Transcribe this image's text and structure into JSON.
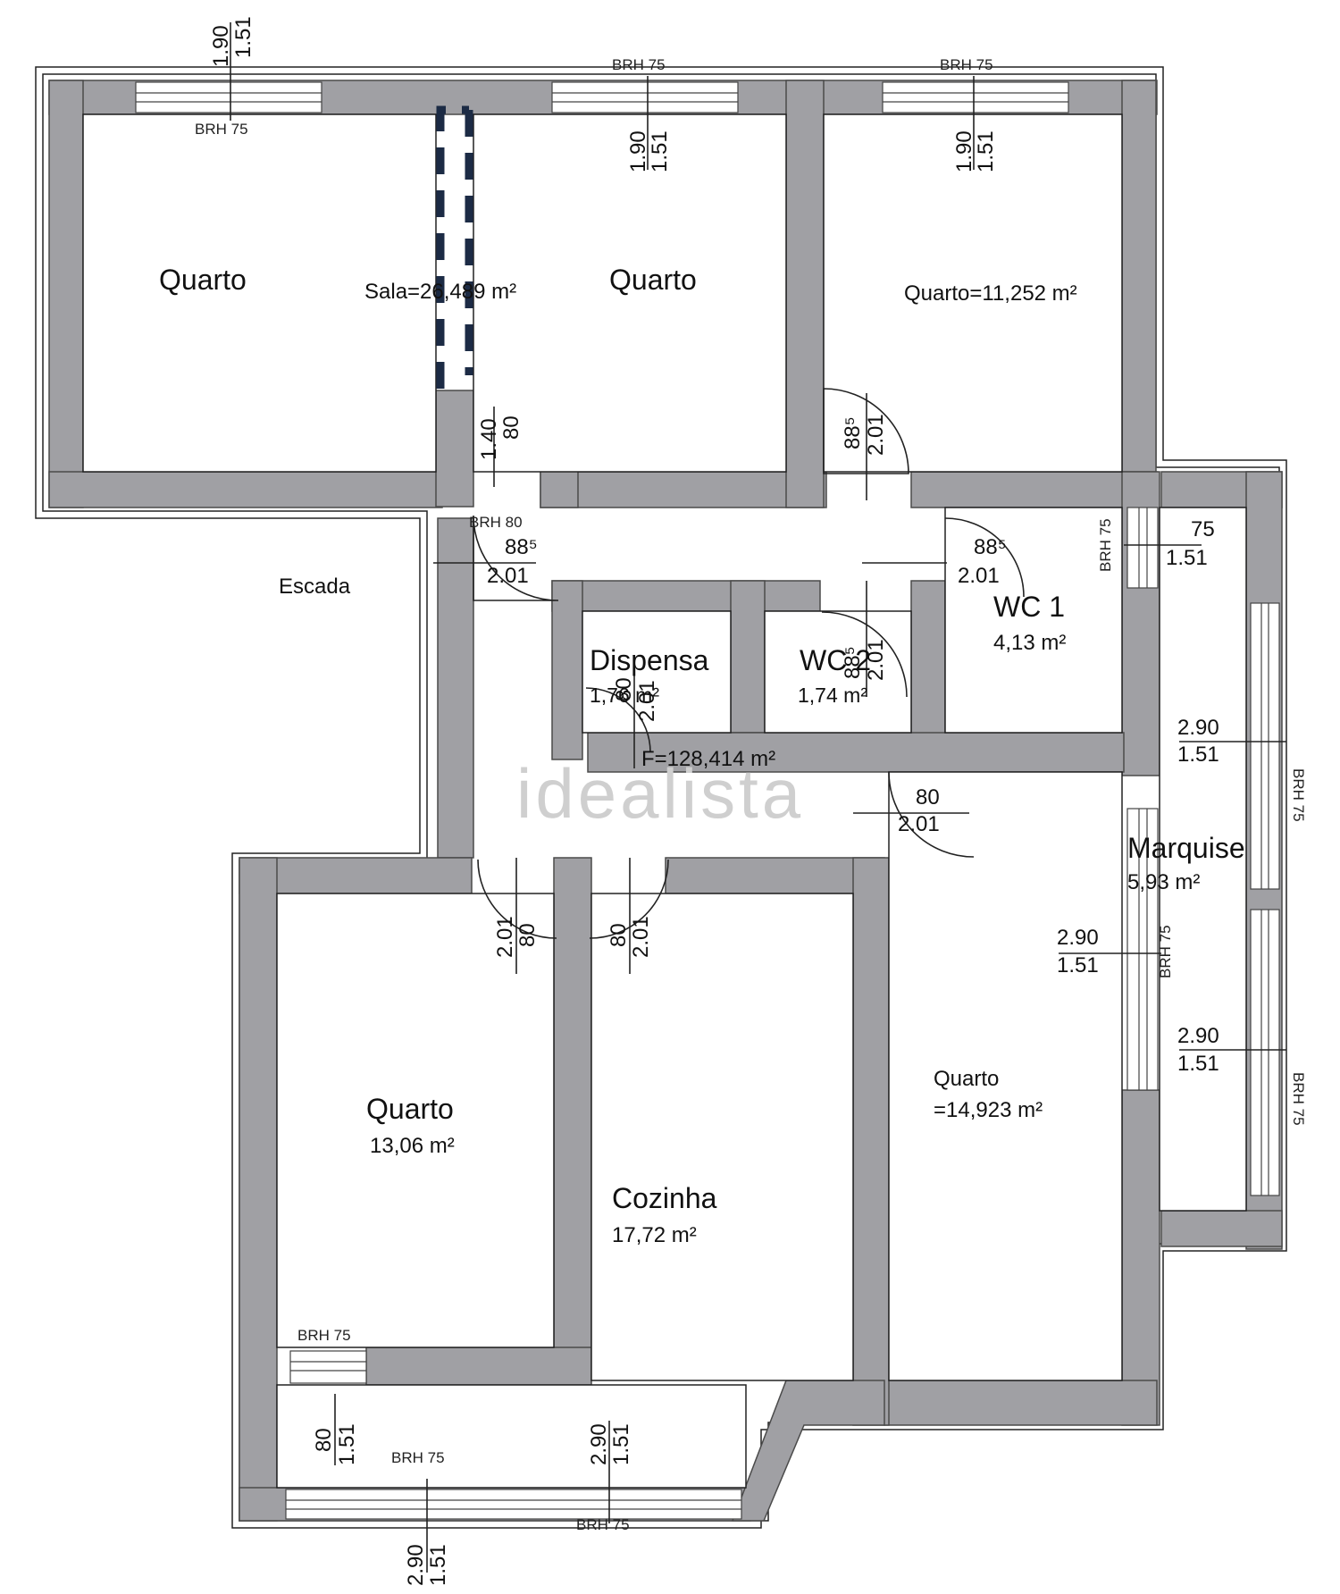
{
  "rooms": {
    "quarto_top_left": "Quarto",
    "sala": "Sala=26,489 m²",
    "quarto_top_mid": "Quarto",
    "quarto_top_right": "Quarto=11,252 m²",
    "escada": "Escada",
    "wc1_name": "WC 1",
    "wc1_area": "4,13 m²",
    "dispensa_name": "Dispensa",
    "dispensa_area": "1,76 m²",
    "wc2_name": "WC 2",
    "wc2_area": "1,74 m²",
    "total_area": "F=128,414 m²",
    "marquise_name": "Marquise",
    "marquise_area": "5,93 m²",
    "quarto_bottom_left_name": "Quarto",
    "quarto_bottom_left_area": "13,06 m²",
    "cozinha_name": "Cozinha",
    "cozinha_area": "17,72 m²",
    "quarto_right_name": "Quarto",
    "quarto_right_area": "=14,923 m²"
  },
  "labels": {
    "brh75": "BRH 75",
    "brh80": "BRH 80",
    "d190": "1.90",
    "d151": "1.51",
    "d140": "1.40",
    "d80": "80",
    "d885": "88⁵",
    "d201": "2.01",
    "d75": "75",
    "d290": "2.90",
    "watermark": "idealista"
  }
}
